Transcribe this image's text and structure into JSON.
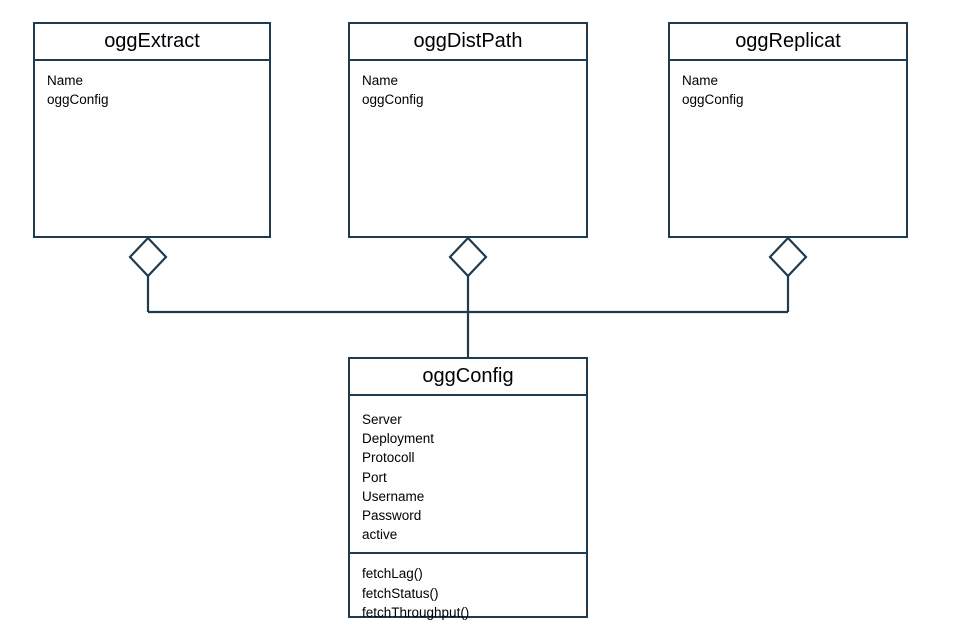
{
  "diagram": {
    "type": "uml-class-diagram",
    "colors": {
      "border": "#1f3b4d",
      "connector": "#1f3b4d",
      "background": "#ffffff",
      "text": "#000000"
    },
    "classes": [
      {
        "id": "oggExtract",
        "title": "oggExtract",
        "attributes": [
          "Name",
          "oggConfig"
        ],
        "methods": []
      },
      {
        "id": "oggDistPath",
        "title": "oggDistPath",
        "attributes": [
          "Name",
          "oggConfig"
        ],
        "methods": []
      },
      {
        "id": "oggReplicat",
        "title": "oggReplicat",
        "attributes": [
          "Name",
          "oggConfig"
        ],
        "methods": []
      },
      {
        "id": "oggConfig",
        "title": "oggConfig",
        "attributes": [
          "Server",
          "Deployment",
          "Protocoll",
          "Port",
          "Username",
          "Password",
          "active"
        ],
        "methods": [
          "fetchLag()",
          "fetchStatus()",
          "fetchThroughput()"
        ]
      }
    ],
    "relationships": [
      {
        "kind": "aggregation",
        "from": "oggExtract",
        "to": "oggConfig",
        "diamond": "hollow"
      },
      {
        "kind": "aggregation",
        "from": "oggDistPath",
        "to": "oggConfig",
        "diamond": "hollow"
      },
      {
        "kind": "aggregation",
        "from": "oggReplicat",
        "to": "oggConfig",
        "diamond": "hollow"
      }
    ]
  }
}
